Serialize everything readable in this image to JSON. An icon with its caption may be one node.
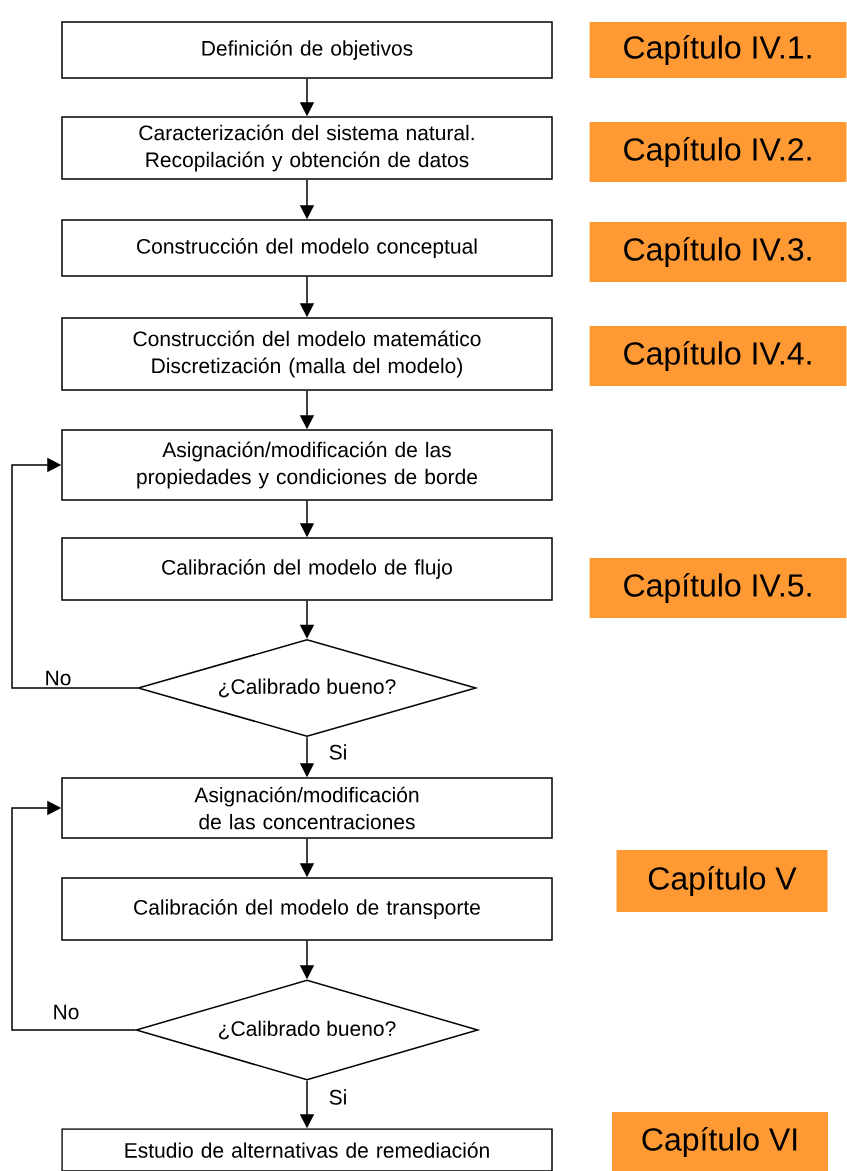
{
  "diagram": {
    "nodes": [
      {
        "text": [
          "Definición de objetivos"
        ]
      },
      {
        "text": [
          "Caracterización del sistema natural. Recopilación y obtención de datos"
        ]
      },
      {
        "text": [
          "Construcción del modelo conceptual"
        ]
      },
      {
        "text": [
          "Construcción del modelo matemático Discretización (malla del modelo)"
        ]
      },
      {
        "text": [
          "Asignación/modificación de las propiedades y condiciones de borde"
        ]
      },
      {
        "text": [
          "Calibración del modelo de flujo"
        ]
      },
      {
        "text": [
          "¿Calibrado bueno?"
        ]
      },
      {
        "text": [
          "Asignación/modificación de las concentraciones"
        ]
      },
      {
        "text": [
          "Calibración del modelo de transporte"
        ]
      },
      {
        "text": [
          "¿Calibrado bueno?"
        ]
      },
      {
        "text": [
          "Estudio de alternativas de remediación"
        ]
      },
      {
        "text": [
          "Capítulo IV.1."
        ]
      },
      {
        "text": [
          "Capítulo IV.2."
        ]
      },
      {
        "text": [
          "Capítulo IV.3."
        ]
      },
      {
        "text": [
          "Capítulo IV.4."
        ]
      },
      {
        "text": [
          "Capítulo IV.5."
        ]
      },
      {
        "text": [
          "Capítulo V"
        ]
      },
      {
        "text": [
          "Capítulo VI"
        ]
      }
    ],
    "edges": [
      {
        "from": 0,
        "to": 1,
        "arrow": "to"
      },
      {
        "from": 1,
        "to": 2,
        "arrow": "to"
      },
      {
        "from": 2,
        "to": 3,
        "arrow": "to"
      },
      {
        "from": 3,
        "to": 4,
        "arrow": "to"
      },
      {
        "from": 4,
        "to": 5,
        "arrow": "to"
      },
      {
        "from": 5,
        "to": 6,
        "arrow": "to"
      },
      {
        "from": 6,
        "to": 4,
        "arrow": "to",
        "label": "No"
      },
      {
        "from": 6,
        "to": 7,
        "arrow": "to",
        "label": "Si"
      },
      {
        "from": 7,
        "to": 8,
        "arrow": "to"
      },
      {
        "from": 8,
        "to": 9,
        "arrow": "to"
      },
      {
        "from": 9,
        "to": 7,
        "arrow": "to",
        "label": "No"
      },
      {
        "from": 9,
        "to": 10,
        "arrow": "to",
        "label": "Si"
      }
    ]
  }
}
